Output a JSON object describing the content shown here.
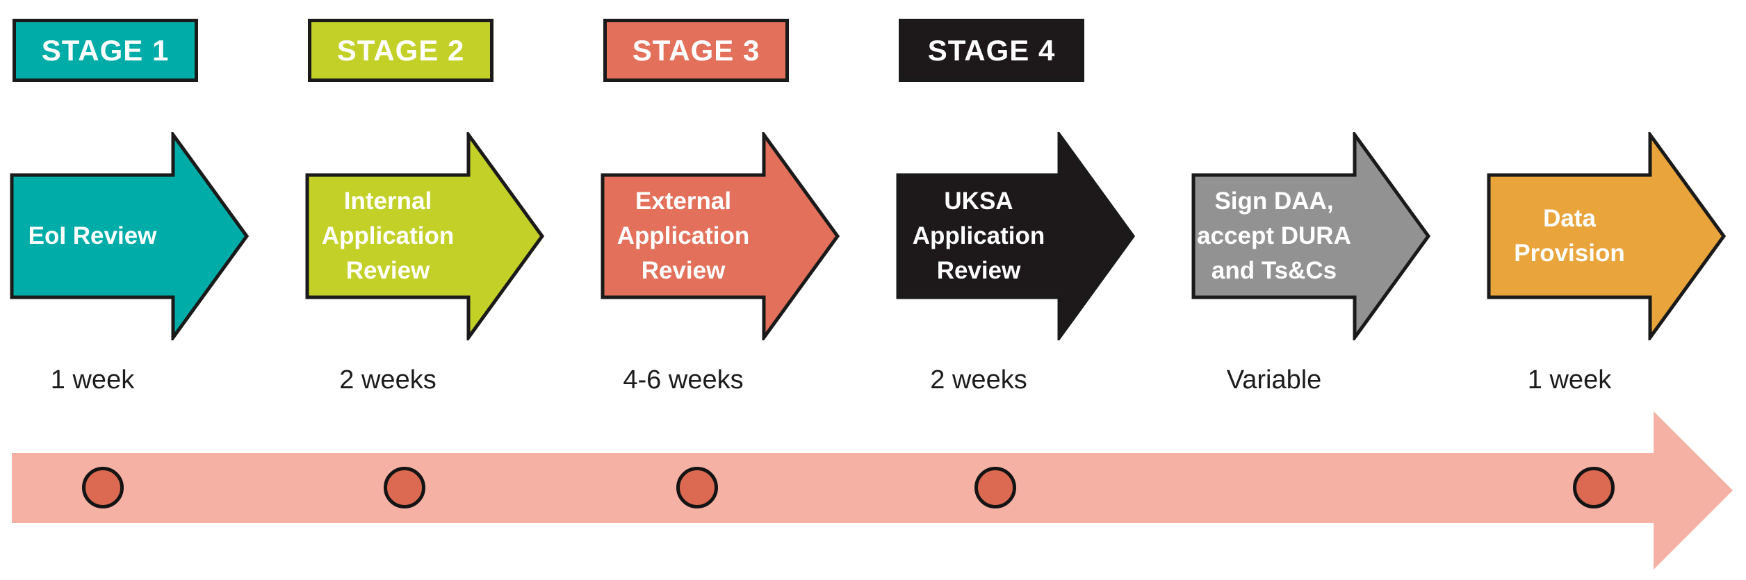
{
  "stages": [
    {
      "label": "STAGE 1",
      "color": "#00aca7"
    },
    {
      "label": "STAGE 2",
      "color": "#c3d028"
    },
    {
      "label": "STAGE 3",
      "color": "#e2705a"
    },
    {
      "label": "STAGE 4",
      "color": "#1d191a"
    }
  ],
  "steps": [
    {
      "lines": [
        "EoI Review"
      ],
      "color": "#00aca7",
      "duration": "1 week",
      "milestone": true
    },
    {
      "lines": [
        "Internal",
        "Application",
        "Review"
      ],
      "color": "#c3d028",
      "duration": "2 weeks",
      "milestone": true
    },
    {
      "lines": [
        "External",
        "Application",
        "Review"
      ],
      "color": "#e2705a",
      "duration": "4-6 weeks",
      "milestone": true
    },
    {
      "lines": [
        "UKSA",
        "Application",
        "Review"
      ],
      "color": "#1d191a",
      "duration": "2 weeks",
      "milestone": true
    },
    {
      "lines": [
        "Sign DAA,",
        "accept DURA",
        "and Ts&Cs"
      ],
      "color": "#939293",
      "duration": "Variable",
      "milestone": false
    },
    {
      "lines": [
        "Data",
        "Provision"
      ],
      "color": "#e9a43c",
      "duration": "1 week",
      "milestone": true
    }
  ],
  "timeline": {
    "band_color": "#f6b1a5",
    "dot_fill": "#dc6a52",
    "dot_border": "#141414"
  }
}
